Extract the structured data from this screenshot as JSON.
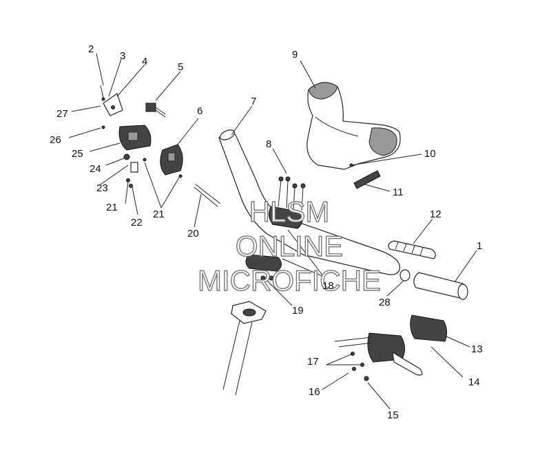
{
  "callouts": [
    "2",
    "3",
    "4",
    "5",
    "6",
    "7",
    "8",
    "9",
    "10",
    "11",
    "12",
    "1",
    "28",
    "20",
    "21",
    "21",
    "22",
    "23",
    "24",
    "25",
    "26",
    "27",
    "18",
    "19",
    "13",
    "14",
    "17",
    "16",
    "15"
  ],
  "watermark": {
    "line1": "HLSM",
    "line2": "ONLINE",
    "line3": "MICROFICHE"
  },
  "colors": {
    "background": "#ffffff",
    "line": "#222222",
    "part_dark": "#444444",
    "watermark_outline": "#777777"
  }
}
